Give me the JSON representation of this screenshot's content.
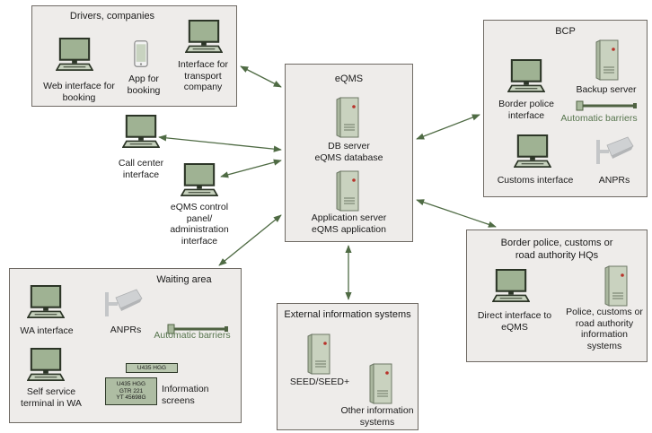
{
  "diagram": {
    "eqms": {
      "title": "eQMS",
      "db_server": "DB server\neQMS database",
      "app_server": "Application server\neQMS application"
    },
    "drivers": {
      "title": "Drivers, companies",
      "web": "Web interface for\nbooking",
      "app": "App for\nbooking",
      "transport": "Interface for\ntransport\ncompany"
    },
    "call_center": "Call center\ninterface",
    "control_panel": "eQMS control\npanel/\nadministration\ninterface",
    "bcp": {
      "title": "BCP",
      "border_police": "Border police\ninterface",
      "backup": "Backup server",
      "barriers": "Automatic barriers",
      "customs": "Customs interface",
      "anpr": "ANPRs"
    },
    "hq": {
      "title": "Border police, customs or\nroad authority HQs",
      "direct": "Direct interface to\neQMS",
      "systems": "Police, customs or\nroad authority\ninformation\nsystems"
    },
    "external": {
      "title": "External information systems",
      "seed": "SEED/SEED+",
      "other": "Other information\nsystems"
    },
    "waiting": {
      "title": "Waiting area",
      "wa_interface": "WA interface",
      "anpr": "ANPRs",
      "barriers": "Automatic barriers",
      "self_service": "Self service\nterminal in WA",
      "info_screens": "Information\nscreens",
      "screen_plate": "U435 HGG",
      "screen_list": "U435 HGG\nGTR 221\nYT 45698G"
    }
  },
  "colors": {
    "box_fill": "#eeecea",
    "box_border": "#6f6a64",
    "arrow": "#4f6b44",
    "icon_green": "#a8b99b",
    "barrier_text": "#58764f"
  },
  "icons": [
    "computer-icon",
    "phone-icon",
    "server-icon",
    "camera-icon",
    "barrier-icon",
    "info-screen-icon"
  ]
}
